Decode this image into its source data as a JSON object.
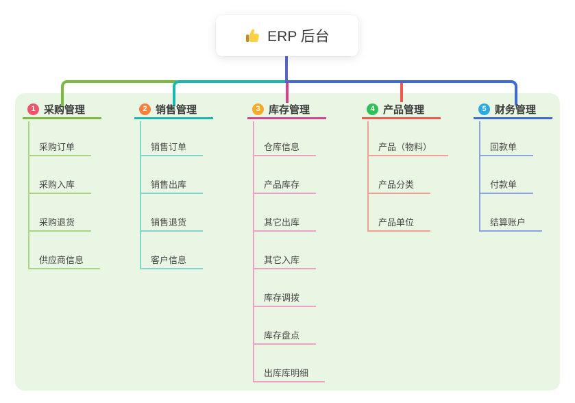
{
  "root": {
    "label": "ERP 后台",
    "icon": "thumbs-up-icon"
  },
  "connector_colors": {
    "root_drop": "#5766c5"
  },
  "canvas": {
    "background": "#ffffff",
    "panel_background": "#e9f6e4"
  },
  "branches": [
    {
      "index": "1",
      "label": "采购管理",
      "badge_color": "#f0536b",
      "line_color": "#7cb93f",
      "child_line_color": "#a9d483",
      "children": [
        "采购订单",
        "采购入库",
        "采购退货",
        "供应商信息"
      ]
    },
    {
      "index": "2",
      "label": "销售管理",
      "badge_color": "#f8813d",
      "line_color": "#18b8ae",
      "child_line_color": "#82d4cd",
      "children": [
        "销售订单",
        "销售出库",
        "销售退货",
        "客户信息"
      ]
    },
    {
      "index": "3",
      "label": "库存管理",
      "badge_color": "#f9a92c",
      "line_color": "#d84090",
      "child_line_color": "#eda0c5",
      "children": [
        "仓库信息",
        "产品库存",
        "其它出库",
        "其它入库",
        "库存调拨",
        "库存盘点",
        "出库库明细"
      ]
    },
    {
      "index": "4",
      "label": "产品管理",
      "badge_color": "#2fc157",
      "line_color": "#f2564d",
      "child_line_color": "#f59e96",
      "children": [
        "产品（物料）",
        "产品分类",
        "产品单位"
      ]
    },
    {
      "index": "5",
      "label": "财务管理",
      "badge_color": "#2aa9e2",
      "line_color": "#3f68d8",
      "child_line_color": "#8ca3e2",
      "children": [
        "回款单",
        "付款单",
        "结算账户"
      ]
    }
  ]
}
